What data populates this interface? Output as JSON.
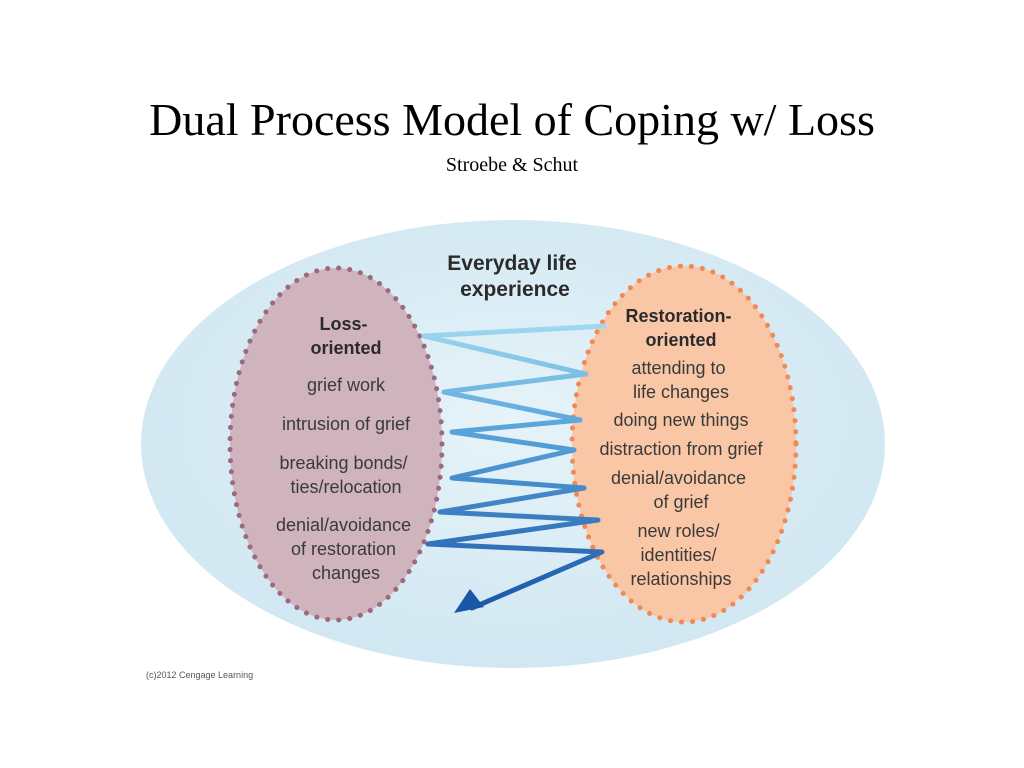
{
  "slide": {
    "title": "Dual Process Model of Coping w/ Loss",
    "subtitle": "Stroebe & Schut"
  },
  "diagram": {
    "header": [
      "Everyday life",
      "experience"
    ],
    "loss": {
      "heading": [
        "Loss-",
        "oriented"
      ],
      "items": [
        [
          "grief work"
        ],
        [
          "intrusion of grief"
        ],
        [
          "breaking bonds/",
          "ties/relocation"
        ],
        [
          "denial/avoidance",
          "of restoration",
          "changes"
        ]
      ]
    },
    "restoration": {
      "heading": [
        "Restoration-",
        "oriented"
      ],
      "items": [
        [
          "attending to",
          "life changes"
        ],
        [
          "doing new things"
        ],
        [
          "distraction from grief"
        ],
        [
          "denial/avoidance",
          "of grief"
        ],
        [
          "new roles/",
          "identities/",
          "relationships"
        ]
      ]
    },
    "copyright": "(c)2012 Cengage Learning"
  },
  "colors": {
    "background_ellipse": "#d6eaf3",
    "loss_fill": "#cfb3bd",
    "loss_dots": "#9b6a80",
    "restoration_fill": "#f9c7a6",
    "restoration_dots": "#ef8a56",
    "zigzag_light": "#8fd0ea",
    "zigzag_dark": "#1f5fae"
  }
}
